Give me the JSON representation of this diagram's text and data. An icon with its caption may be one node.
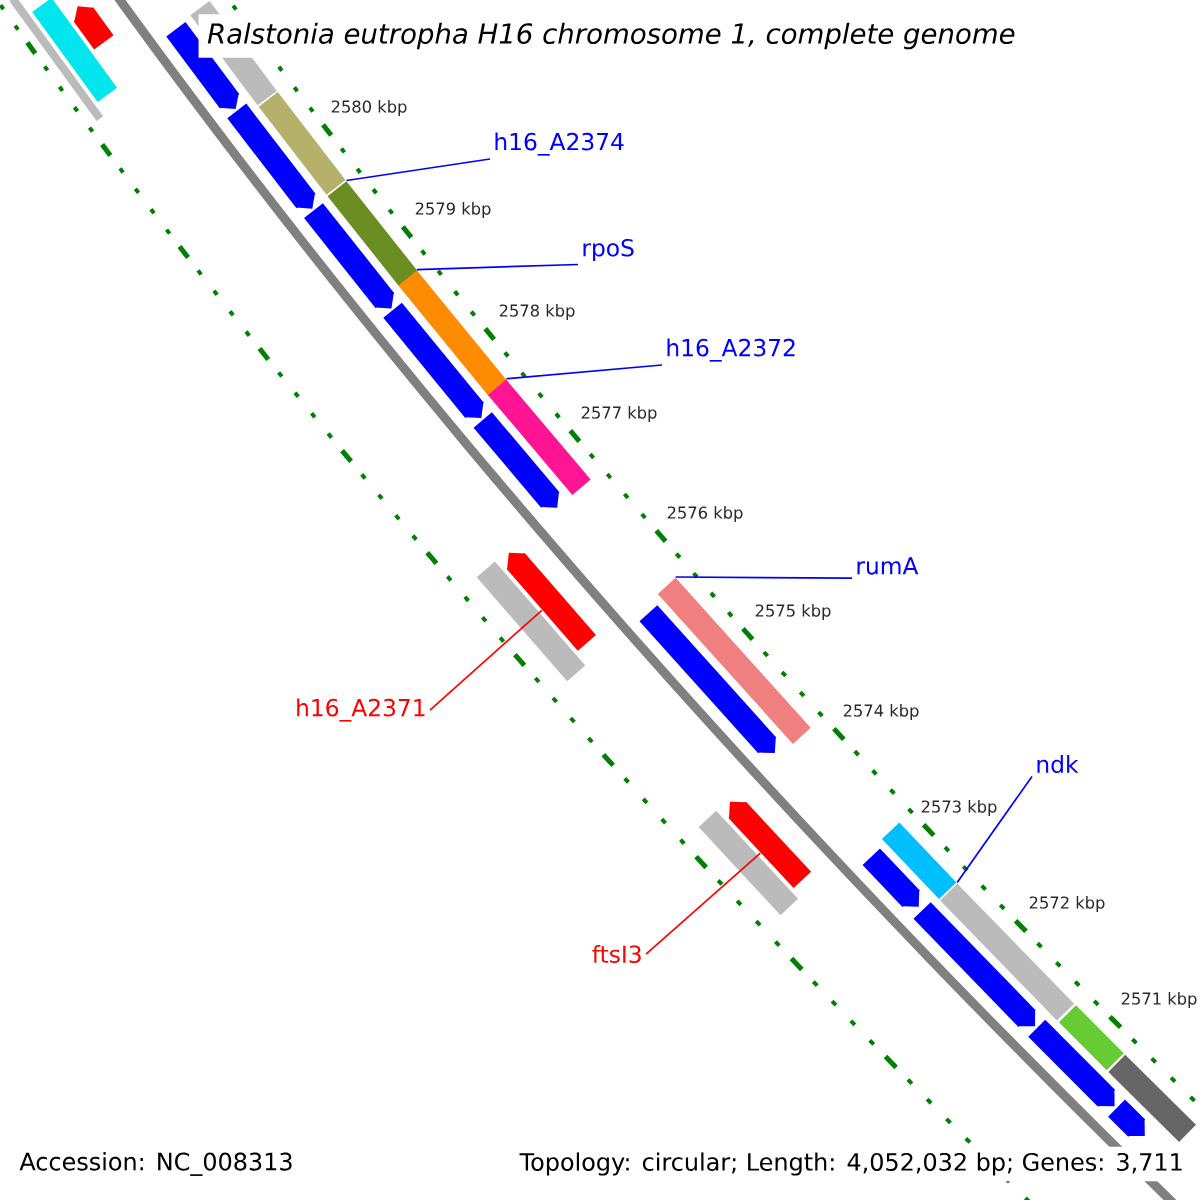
{
  "diagram": {
    "title": "Ralstonia eutropha H16 chromosome 1, complete genome",
    "nodes": [
      {
        "text": [
          "h16_A2374"
        ]
      },
      {
        "text": [],
        "shape": "bar"
      },
      {
        "text": [
          "rpoS"
        ]
      },
      {
        "text": [],
        "shape": "bar"
      },
      {
        "text": [
          "h16_A2372"
        ]
      },
      {
        "text": [],
        "shape": "bar"
      },
      {
        "text": [
          "rumA"
        ]
      },
      {
        "text": [],
        "shape": "bar"
      },
      {
        "text": [
          "ndk"
        ]
      },
      {
        "text": [],
        "shape": "bar"
      },
      {
        "text": [
          "h16_A2371"
        ]
      },
      {
        "text": [],
        "shape": "bar"
      },
      {
        "text": [
          "ftsI3"
        ]
      },
      {
        "text": [],
        "shape": "bar"
      },
      {
        "text": [],
        "shape": "bar"
      },
      {
        "text": [],
        "shape": "bar"
      },
      {
        "text": [],
        "shape": "bar"
      },
      {
        "text": [],
        "shape": "bar"
      },
      {
        "text": [],
        "shape": "bar"
      },
      {
        "text": [],
        "shape": "bar"
      },
      {
        "text": [],
        "shape": "bar"
      },
      {
        "text": [],
        "shape": "bar"
      },
      {
        "text": [],
        "shape": "bar"
      },
      {
        "text": [],
        "shape": "bar"
      },
      {
        "text": [],
        "shape": "bar"
      },
      {
        "text": [],
        "shape": "bar"
      },
      {
        "text": [],
        "shape": "bar"
      },
      {
        "text": [],
        "shape": "bar"
      },
      {
        "text": [],
        "shape": "bar"
      },
      {
        "text": [],
        "shape": "bar"
      },
      {
        "text": [],
        "shape": "bar"
      },
      {
        "text": [],
        "shape": "bar"
      },
      {
        "text": [],
        "shape": "bar"
      },
      {
        "text": [],
        "shape": "bar"
      }
    ],
    "edges": [
      {
        "from": 0,
        "to": 1,
        "arrow": "none"
      },
      {
        "from": 2,
        "to": 3,
        "arrow": "none"
      },
      {
        "from": 4,
        "to": 5,
        "arrow": "none"
      },
      {
        "from": 6,
        "to": 7,
        "arrow": "none"
      },
      {
        "from": 8,
        "to": 9,
        "arrow": "none"
      },
      {
        "from": 10,
        "to": 11,
        "arrow": "none",
        "color": "#ff0000"
      },
      {
        "from": 12,
        "to": 13,
        "arrow": "none",
        "color": "#ff0000"
      }
    ],
    "labels": [
      "2580 kbp",
      "2579 kbp",
      "2578 kbp",
      "2577 kbp",
      "2576 kbp",
      "2575 kbp",
      "2574 kbp",
      "2573 kbp",
      "2572 kbp",
      "2571 kbp",
      "Accession: NC_008313",
      "Topology: circular; Length: 4,052,032 bp; Genes: 3,711"
    ]
  }
}
